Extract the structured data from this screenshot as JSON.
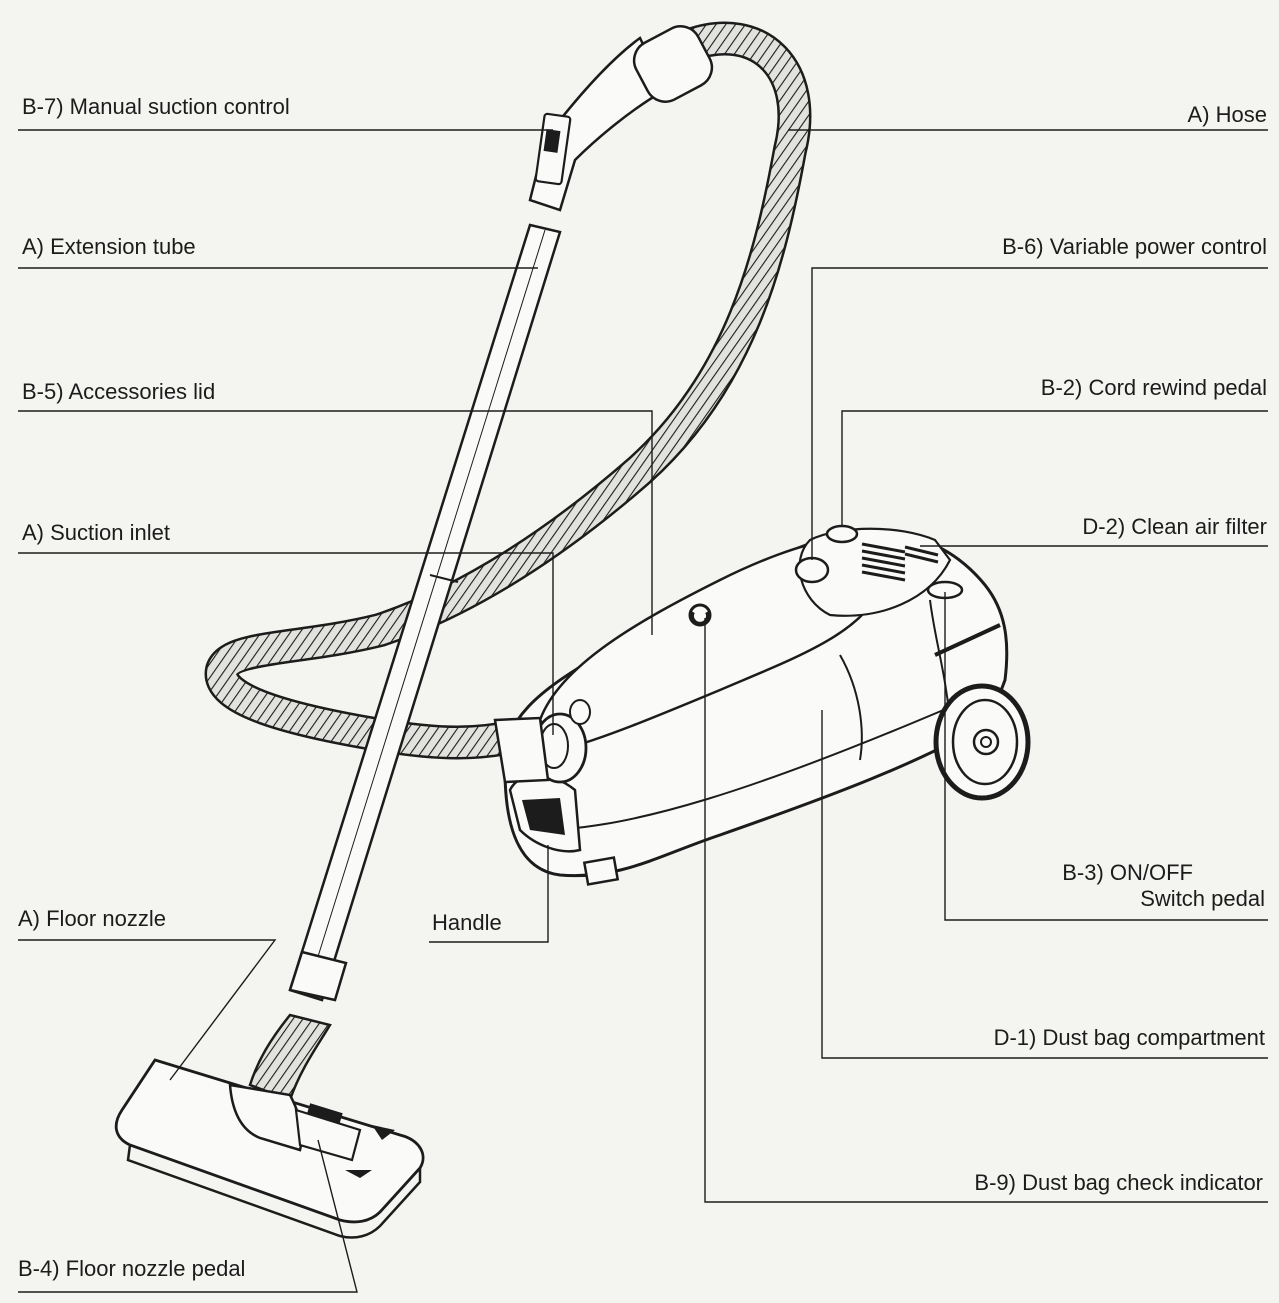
{
  "labels": {
    "manual_suction_control": "B-7) Manual suction control",
    "extension_tube": "A) Extension tube",
    "accessories_lid": "B-5) Accessories lid",
    "suction_inlet": "A) Suction inlet",
    "floor_nozzle": "A) Floor nozzle",
    "floor_nozzle_pedal": "B-4) Floor nozzle pedal",
    "handle": "Handle",
    "hose": "A) Hose",
    "variable_power_control": "B-6) Variable power control",
    "cord_rewind_pedal": "B-2) Cord rewind pedal",
    "clean_air_filter": "D-2) Clean air filter",
    "on_off_line1": "B-3) ON/OFF",
    "on_off_line2": "Switch pedal",
    "dust_bag_compartment": "D-1) Dust bag compartment",
    "dust_bag_check_indicator": "B-9) Dust bag check indicator"
  },
  "colors": {
    "ink": "#1c1c1c",
    "paper": "#f4f4f1",
    "body_fill": "#fafaf8",
    "hose_fill": "#e2e2de"
  }
}
